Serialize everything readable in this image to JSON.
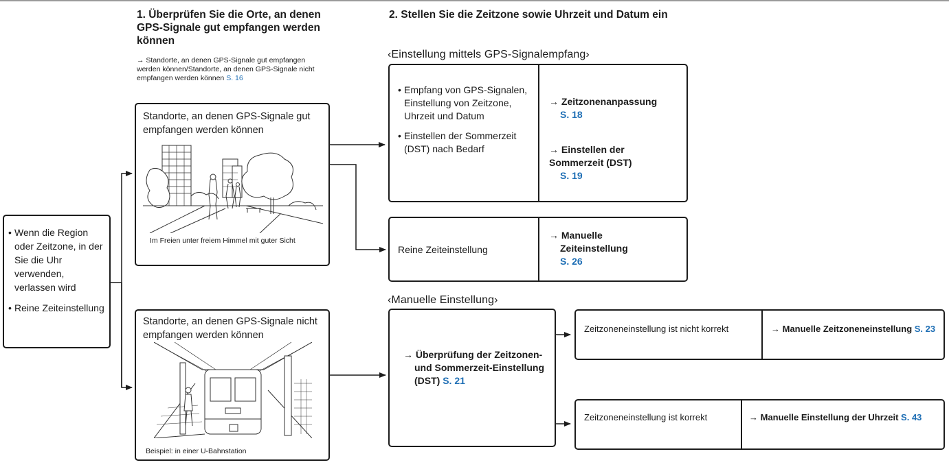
{
  "step1": {
    "title": "1. Überprüfen Sie die Orte, an denen GPS-Signale gut empfangen werden können",
    "note_prefix": "→ Standorte, an denen GPS-Signale gut empfangen werden können/Standorte, an denen GPS-Signale nicht empfangen werden können",
    "note_ref": "S. 16"
  },
  "step2": {
    "title": "2. Stellen Sie die Zeitzone sowie Uhrzeit und Datum ein"
  },
  "start_box": {
    "items": [
      "Wenn die Region oder Zeitzone, in der Sie die Uhr verwenden, verlassen wird",
      "Reine Zeiteinstellung"
    ]
  },
  "good_box": {
    "title": "Standorte, an denen GPS-Signale gut empfangen werden können",
    "caption": "Im Freien unter freiem Himmel mit guter Sicht",
    "illustration": "outdoor-city-park-illustration"
  },
  "bad_box": {
    "title": "Standorte, an denen GPS-Signale nicht empfangen werden können",
    "caption": "Beispiel: in einer U-Bahnstation",
    "illustration": "subway-station-illustration"
  },
  "gps_section": {
    "label": "‹Einstellung mittels GPS-Signalempfang›",
    "left_items": [
      "Empfang von GPS-Signalen, Einstellung von Zeitzone, Uhrzeit und Datum",
      "Einstellen der Sommerzeit (DST) nach Bedarf"
    ],
    "right_items": [
      {
        "text": "→ Zeitzonenanpassung",
        "ref": "S. 18"
      },
      {
        "text": "→ Einstellen der Sommerzeit (DST)",
        "ref": "S. 19"
      }
    ]
  },
  "time_only_box": {
    "left": "Reine Zeiteinstellung",
    "right_text": "→ Manuelle Zeiteinstellung",
    "right_ref": "S. 26"
  },
  "manual_section": {
    "label": "‹Manuelle Einstellung›",
    "check_text": "→ Überprüfung der Zeitzonen- und Sommerzeit-Einstellung (DST)",
    "check_ref": "S. 21"
  },
  "tz_wrong_box": {
    "left": "Zeitzoneneinstellung ist nicht korrekt",
    "right_text": "→ Manuelle Zeitzoneneinstellung",
    "right_ref": "S. 23"
  },
  "tz_ok_box": {
    "left": "Zeitzoneneinstellung ist korrekt",
    "right_text": "→ Manuelle Einstellung der Uhrzeit",
    "right_ref": "S. 43"
  }
}
